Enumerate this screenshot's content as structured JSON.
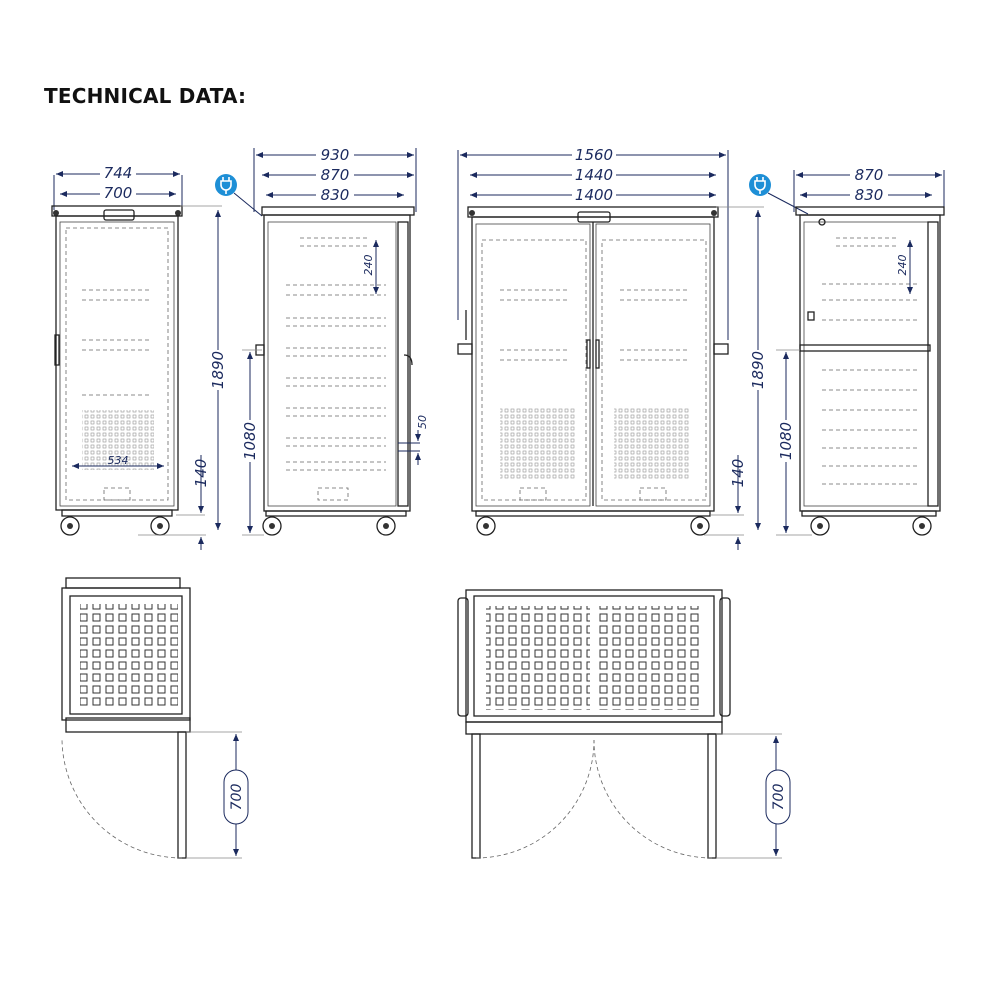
{
  "title": "TECHNICAL DATA:",
  "front_single": {
    "w_outer": "744",
    "w_inner": "700",
    "height": "1890",
    "wheel": "140",
    "inner": "534"
  },
  "side_single": {
    "w_outer": "930",
    "w_mid": "870",
    "w_inner": "830",
    "shelf": "240",
    "mid_height": "1080",
    "gap": "50"
  },
  "front_double": {
    "w_outer": "1560",
    "w_mid": "1440",
    "w_inner": "1400",
    "height": "1890",
    "wheel": "140"
  },
  "side_double": {
    "w_mid": "870",
    "w_inner": "830",
    "shelf": "240",
    "mid_height": "1080"
  },
  "top_single": {
    "door": "700"
  },
  "top_double": {
    "door": "700"
  },
  "colors": {
    "dimension": "#1b2a5e",
    "plug_icon": "#1e8fd6"
  },
  "icons": [
    "plug-icon",
    "plug-icon"
  ]
}
